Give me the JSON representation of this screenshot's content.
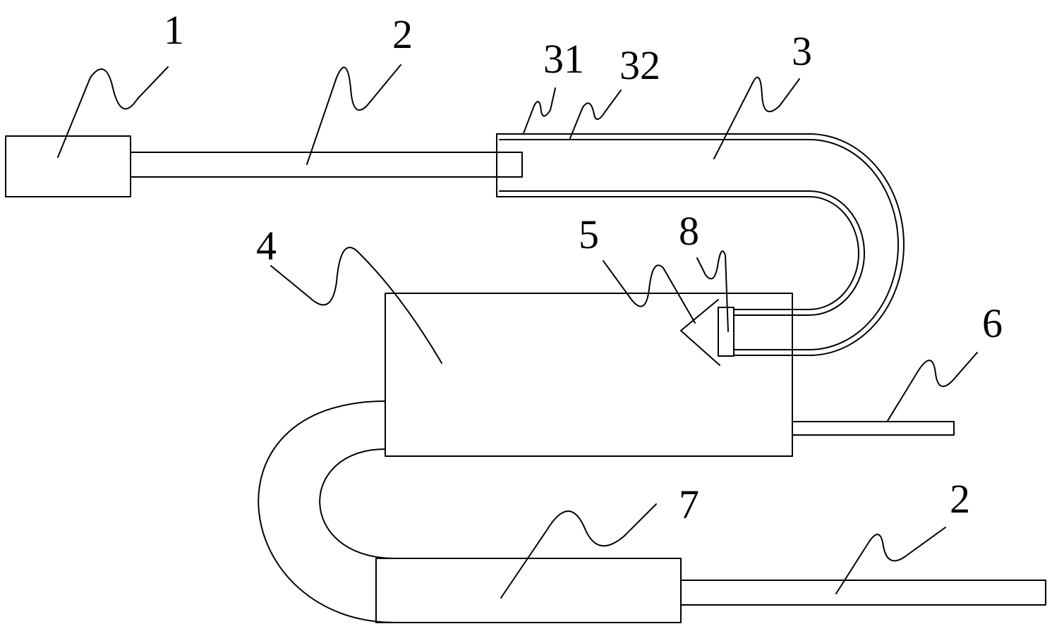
{
  "labels": {
    "l1": "1",
    "l2_top": "2",
    "l31": "31",
    "l32": "32",
    "l3": "3",
    "l4": "4",
    "l5": "5",
    "l8": "8",
    "l6": "6",
    "l7": "7",
    "l2_bottom": "2"
  },
  "colors": {
    "line": "#000000",
    "background": "#ffffff"
  }
}
